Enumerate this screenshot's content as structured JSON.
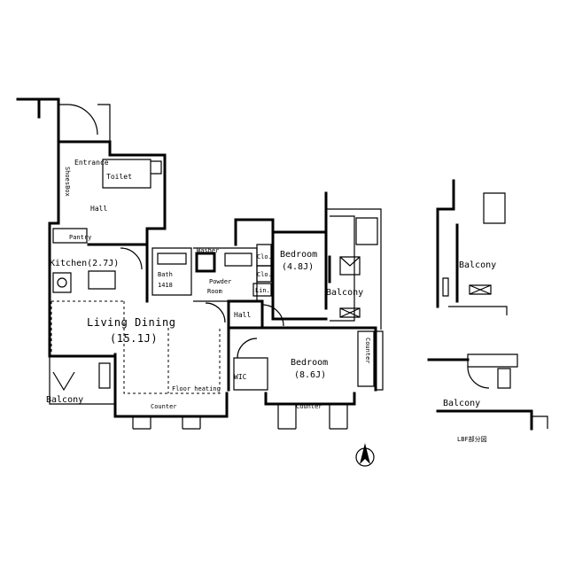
{
  "rooms": {
    "entrance": "Entrance",
    "shoes_box": "ShoesBox",
    "toilet": "Toilet",
    "hall_left": "Hall",
    "pantry": "Pantry",
    "kitchen": "Kitchen(2.7J)",
    "bath": "Bath",
    "bath_size": "1418",
    "washer": "Washer",
    "powder_room_1": "Powder",
    "powder_room_2": "Room",
    "closet_1": "Clo.",
    "closet_2": "Clo.",
    "linen": "Lin.",
    "bedroom_upper": "Bedroom",
    "bedroom_upper_size": "(4.8J)",
    "balcony_right": "Balcony",
    "hall_center": "Hall",
    "living_dining": "Living Dining",
    "living_dining_size": "(15.1J)",
    "floor_heating": "Floor heating",
    "wic": "WIC",
    "bedroom_lower": "Bedroom",
    "bedroom_lower_size": "(8.6J)",
    "counter_right": "Counter",
    "counter_left": "Counter",
    "counter_center": "Counter",
    "balcony_left": "Balcony"
  },
  "detail": {
    "balcony_top": "Balcony",
    "balcony_bottom": "Balcony",
    "caption": "LBF部分図"
  }
}
